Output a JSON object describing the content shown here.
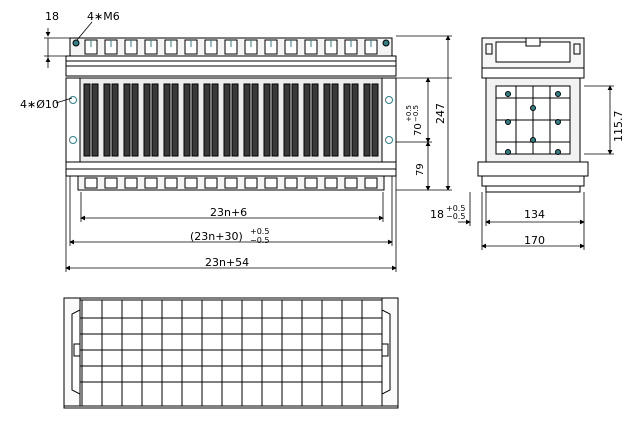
{
  "labels": {
    "thread": "4∗M6",
    "dim_18_top": "18",
    "hole": "4∗Ø10",
    "dim_23n6": "23n+6",
    "dim_23n30_base": "(23n+30)",
    "dim_23n30_tol_up": "+0.5",
    "dim_23n30_tol_dn": "−0.5",
    "dim_23n54": "23n+54",
    "dim_70": "70",
    "dim_70_tol_up": "+0.5",
    "dim_70_tol_dn": "−0.5",
    "dim_79": "79",
    "dim_247": "247",
    "dim_115_7": "115.7",
    "dim_18_side": "18",
    "dim_18_tol_up": "+0.5",
    "dim_18_tol_dn": "−0.5",
    "dim_134": "134",
    "dim_170": "170"
  },
  "colors": {
    "line": "#000000",
    "dim": "#2a2a2a",
    "accent_teal": "#2f7f86",
    "body_fill": "#e9e9e9",
    "slot_fill": "#3a3a3a"
  }
}
